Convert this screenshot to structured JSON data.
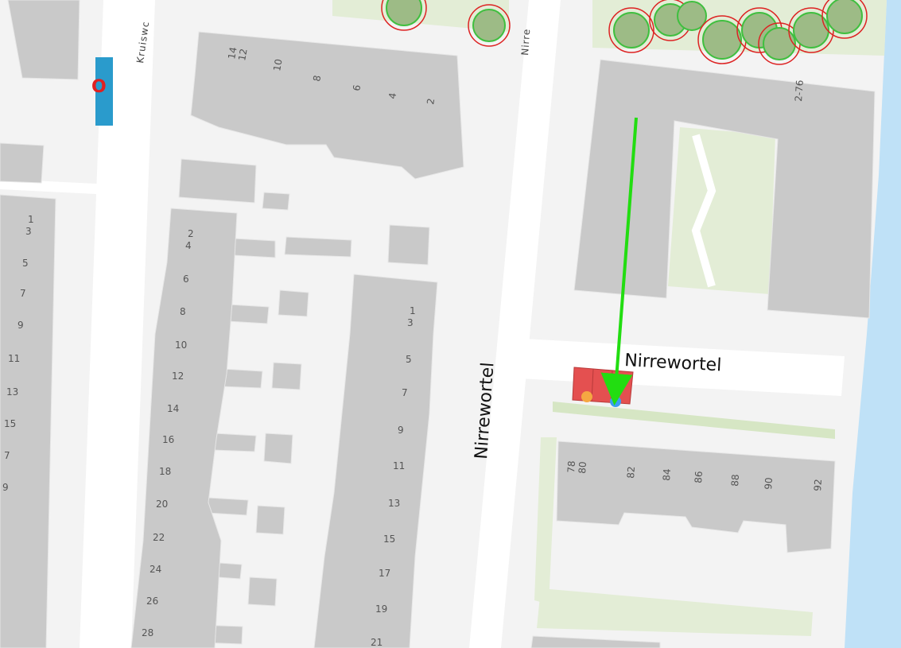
{
  "streets": {
    "kruisweg_label": "Kruiswc",
    "nirre_top_label": "Nirre",
    "nirrewortel_vertical": "Nirrewortel",
    "nirrewortel_horizontal": "Nirrewortel"
  },
  "marker_o": "O",
  "labels": {
    "top_row": [
      "14",
      "12",
      "10",
      "8",
      "6",
      "4",
      "2"
    ],
    "complex": "2-76",
    "left_column": [
      "1",
      "3",
      "5",
      "7",
      "9",
      "11",
      "13",
      "15",
      "7",
      "9"
    ],
    "middle_left": [
      "2",
      "4",
      "6",
      "8",
      "10",
      "12",
      "14",
      "16",
      "18",
      "20",
      "22",
      "24",
      "26",
      "28"
    ],
    "middle_right": [
      "1",
      "3",
      "5",
      "7",
      "9",
      "11",
      "13",
      "15",
      "17",
      "19",
      "21"
    ],
    "bottom_right": [
      "78",
      "80",
      "82",
      "84",
      "86",
      "88",
      "90",
      "92"
    ]
  },
  "colors": {
    "building": "#c9c9c9",
    "road": "#ffffff",
    "water": "#bfe1f7",
    "park": "#e3edd6",
    "highlight": "#e45050",
    "arrow": "#22dd11",
    "blue_bar": "#2a9bcc",
    "marker_orange": "#f5a742",
    "marker_blue": "#3b9ef0",
    "tree_ring": "#dd2222"
  }
}
